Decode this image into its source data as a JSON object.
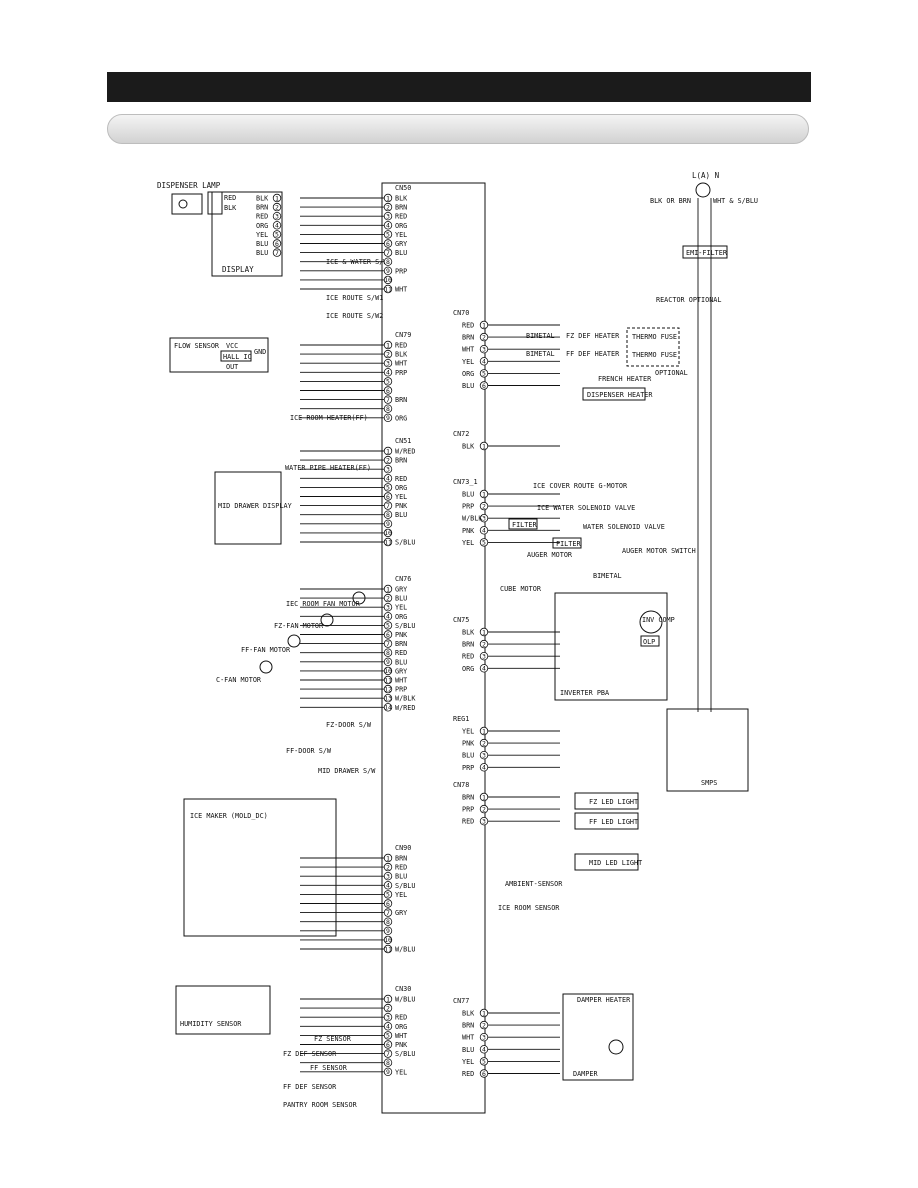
{
  "header": {
    "title": "",
    "subtitle": ""
  },
  "diagram": {
    "title": "",
    "main_pba": {
      "left_connectors": [
        {
          "name": "CN50",
          "pins": [
            "BLK",
            "BRN",
            "RED",
            "ORG",
            "YEL",
            "GRY",
            "BLU",
            "",
            "PRP",
            "",
            "WHT"
          ]
        },
        {
          "name": "CN79",
          "pins": [
            "RED",
            "BLK",
            "WHT",
            "PRP",
            "",
            "",
            "BRN",
            "",
            "ORG"
          ]
        },
        {
          "name": "CN51",
          "pins": [
            "W/RED",
            "BRN",
            "",
            "RED",
            "ORG",
            "YEL",
            "PNK",
            "BLU",
            "",
            "",
            "S/BLU"
          ]
        },
        {
          "name": "CN76",
          "pins": [
            "GRY",
            "BLU",
            "YEL",
            "ORG",
            "S/BLU",
            "PNK",
            "BRN",
            "RED",
            "BLU",
            "GRY",
            "WHT",
            "PRP",
            "W/BLK",
            "W/RED"
          ]
        },
        {
          "name": "CN90",
          "pins": [
            "BRN",
            "RED",
            "BLU",
            "S/BLU",
            "YEL",
            "",
            "GRY",
            "",
            "",
            "",
            "W/BLU"
          ]
        },
        {
          "name": "CN30",
          "pins": [
            "W/BLU",
            "",
            "RED",
            "ORG",
            "WHT",
            "PNK",
            "S/BLU",
            "",
            "YEL"
          ]
        }
      ],
      "right_connectors": [
        {
          "name": "CN70",
          "pins": [
            "RED",
            "BRN",
            "WHT",
            "YEL",
            "ORG",
            "BLU"
          ]
        },
        {
          "name": "CN72",
          "pins": [
            "BLK"
          ]
        },
        {
          "name": "CN73_1",
          "pins": [
            "BLU",
            "PRP",
            "W/BLK",
            "PNK",
            "YEL"
          ]
        },
        {
          "name": "CN75",
          "pins": [
            "BLK",
            "BRN",
            "RED",
            "ORG"
          ]
        },
        {
          "name": "REG1",
          "pins": [
            "YEL",
            "PNK",
            "BLU",
            "PRP"
          ]
        },
        {
          "name": "CN78",
          "pins": [
            "BRN",
            "PRP",
            "RED"
          ]
        },
        {
          "name": "CN77",
          "pins": [
            "BLK",
            "BRN",
            "WHT",
            "BLU",
            "YEL",
            "RED"
          ]
        }
      ]
    },
    "components": {
      "dispenser_lamp": "DISPENSER LAMP",
      "display": "DISPLAY",
      "ice_water_sw": "ICE & WATER S/W",
      "ice_route_sw1": "ICE ROUTE S/W1",
      "ice_route_sw2": "ICE ROUTE S/W2",
      "flow_sensor": "FLOW SENSOR",
      "hall_ic": "HALL IC",
      "ice_room_heater": "ICE ROOM HEATER(FF)",
      "water_pipe_heater": "WATER PIPE HEATER(FF)",
      "mid_drawer_display": "MID DRAWER DISPLAY",
      "iec_room_fan": "IEC ROOM FAN MOTOR",
      "fz_fan": "FZ-FAN MOTOR",
      "ff_fan": "FF-FAN MOTOR",
      "c_fan": "C-FAN MOTOR",
      "fz_door": "FZ-DOOR S/W",
      "ff_door": "FF-DOOR S/W",
      "mid_drawer_sw": "MID DRAWER S/W",
      "ice_maker": "ICE MAKER (MOLD_DC)",
      "humidity_sensor": "HUMIDITY SENSOR",
      "fz_sensor": "FZ SENSOR",
      "fz_def_sensor": "FZ DEF SENSOR",
      "ff_sensor": "FF SENSOR",
      "ff_def_sensor": "FF DEF SENSOR",
      "pantry_sensor": "PANTRY ROOM SENSOR",
      "power_plug": "L(A) N",
      "blk_or_brn": "BLK OR BRN",
      "wht_sblu": "WHT & S/BLU",
      "emi_filter": "EMI-FILTER",
      "reactor": "REACTOR OPTIONAL",
      "fz_def_heater": "FZ DEF HEATER",
      "ff_def_heater": "FF DEF HEATER",
      "bimetal": "BIMETAL",
      "thermo_fuse": "THERMO FUSE",
      "optional": "OPTIONAL",
      "french_heater": "FRENCH HEATER",
      "dispenser_heater": "DISPENSER HEATER",
      "ice_cover_motor": "ICE COVER ROUTE G-MOTOR",
      "ice_water_valve": "ICE WATER SOLENOID VALVE",
      "water_valve": "WATER SOLENOID VALVE",
      "filter": "FILTER",
      "auger_motor": "AUGER MOTOR",
      "auger_switch": "AUGER MOTOR SWITCH",
      "cube_motor": "CUBE MOTOR",
      "inverter_pba": "INVERTER PBA",
      "inv_comp": "INV COMP",
      "olp": "OLP",
      "smps": "SMPS",
      "fz_led": "FZ LED LIGHT",
      "ff_led": "FF LED LIGHT",
      "mid_led": "MID LED LIGHT",
      "ambient_sensor": "AMBIENT-SENSOR",
      "ice_room_sensor": "ICE ROOM SENSOR",
      "damper_heater": "DAMPER HEATER",
      "damper": "DAMPER"
    }
  }
}
